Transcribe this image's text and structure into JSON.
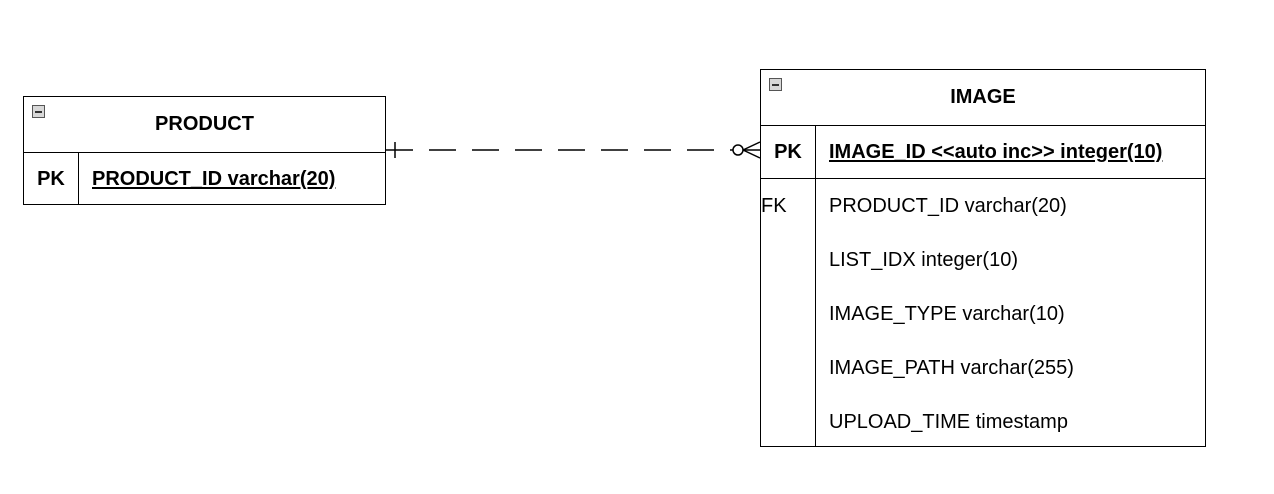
{
  "entities": {
    "product": {
      "title": "PRODUCT",
      "pk_label": "PK",
      "pk_field": "PRODUCT_ID varchar(20)"
    },
    "image": {
      "title": "IMAGE",
      "pk_label": "PK",
      "pk_field": "IMAGE_ID <<auto inc>> integer(10)",
      "fk_label": "FK",
      "fields": [
        "PRODUCT_ID varchar(20)",
        "LIST_IDX integer(10)",
        "IMAGE_TYPE varchar(10)",
        "IMAGE_PATH varchar(255)",
        "UPLOAD_TIME timestamp"
      ]
    }
  },
  "relationship": {
    "from": "PRODUCT",
    "to": "IMAGE",
    "from_cardinality": "exactly-one",
    "to_cardinality": "zero-or-many",
    "line_style": "dashed"
  }
}
